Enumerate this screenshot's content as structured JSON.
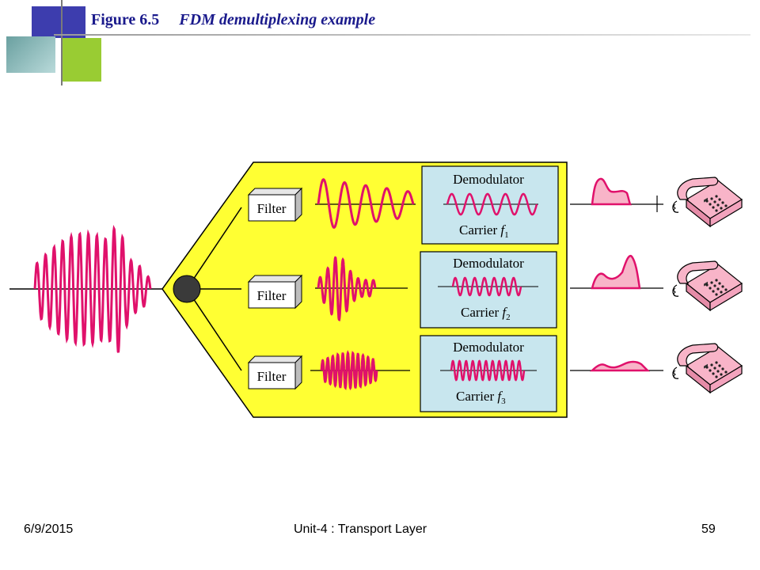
{
  "slide": {
    "title_number": "Figure 6.5",
    "title_text": "FDM demultiplexing example",
    "footer_date": "6/9/2015",
    "footer_center": "Unit-4 : Transport Layer",
    "footer_page": "59"
  },
  "diagram": {
    "filters": [
      {
        "label": "Filter"
      },
      {
        "label": "Filter"
      },
      {
        "label": "Filter"
      }
    ],
    "demodulators": [
      {
        "label": "Demodulator",
        "carrier": "Carrier",
        "symbol": "f",
        "subscript": "1"
      },
      {
        "label": "Demodulator",
        "carrier": "Carrier",
        "symbol": "f",
        "subscript": "2"
      },
      {
        "label": "Demodulator",
        "carrier": "Carrier",
        "symbol": "f",
        "subscript": "3"
      }
    ],
    "colors": {
      "panel": "#ffff33",
      "demod_box": "#c8e6ee",
      "signal": "#e0116b",
      "phone": "#f8b4c8",
      "title": "#1a1a8c"
    }
  }
}
